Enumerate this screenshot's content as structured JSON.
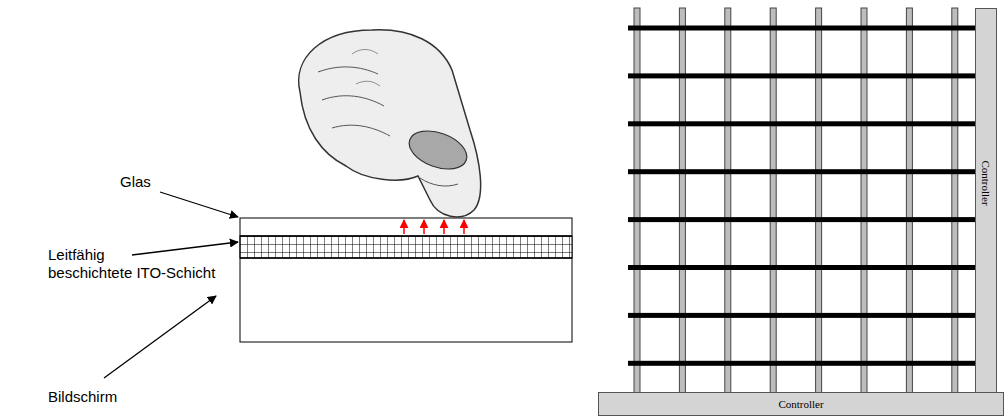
{
  "diagram": {
    "nodes": [
      {
        "text": [
          "Controller"
        ]
      },
      {
        "text": [
          "Controller"
        ]
      }
    ],
    "labels": [
      "Glas",
      "Leitfähig beschichtete ITO-Schicht",
      "Bildschirm"
    ]
  }
}
